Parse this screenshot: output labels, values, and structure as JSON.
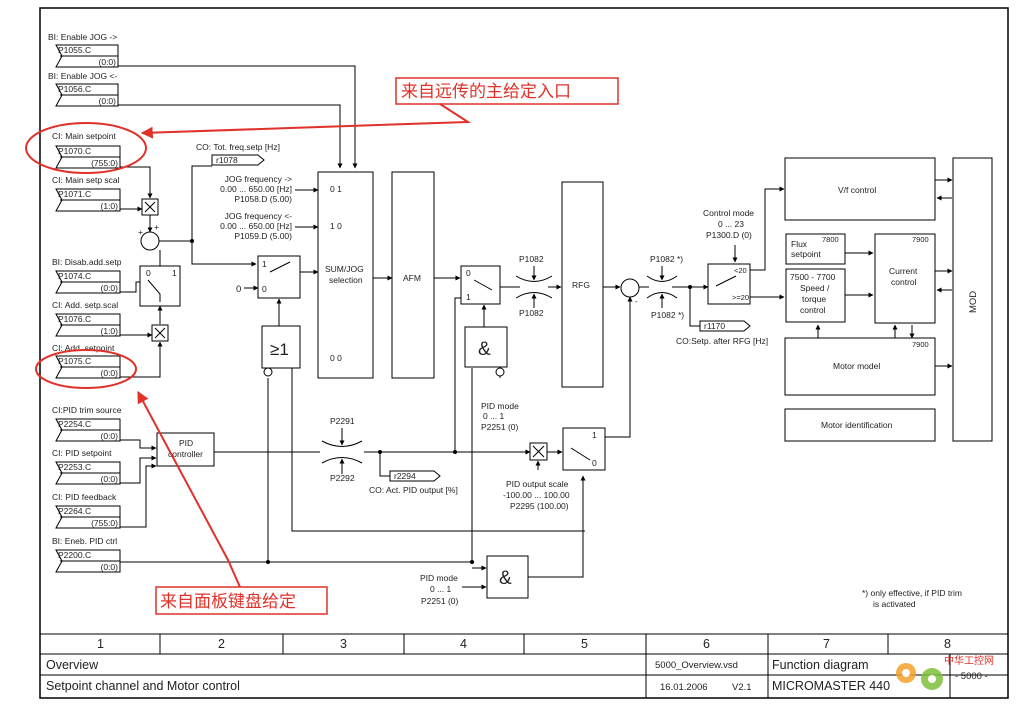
{
  "inputs": {
    "jog_right": {
      "label": "BI: Enable JOG ->",
      "param": "P1055.C",
      "value": "(0:0)"
    },
    "jog_left": {
      "label": "BI: Enable JOG <-",
      "param": "P1056.C",
      "value": "(0:0)"
    },
    "main_setpoint": {
      "label": "CI: Main setpoint",
      "param": "P1070.C",
      "value": "(755:0)"
    },
    "main_setp_scal": {
      "label": "CI: Main setp scal",
      "param": "P1071.C",
      "value": "(1:0)"
    },
    "disab_add": {
      "label": "BI: Disab.add.setp",
      "param": "P1074.C",
      "value": "(0:0)"
    },
    "add_setp_scal": {
      "label": "CI: Add. setp.scal",
      "param": "P1076.C",
      "value": "(1:0)"
    },
    "add_setpoint": {
      "label": "CI: Add. setpoint",
      "param": "P1075.C",
      "value": "(0:0)"
    },
    "pid_trim": {
      "label": "CI:PID trim source",
      "param": "P2254.C",
      "value": "(0:0)"
    },
    "pid_setpoint": {
      "label": "CI: PID setpoint",
      "param": "P2253.C",
      "value": "(0:0)"
    },
    "pid_feedback": {
      "label": "CI: PID feedback",
      "param": "P2264.C",
      "value": "(755:0)"
    },
    "pid_enable": {
      "label": "BI: Eneb. PID ctrl",
      "param": "P2200.C",
      "value": "(0:0)"
    }
  },
  "annotations": {
    "remote": "来自远传的主给定入口",
    "panel": "来自面板键盘给定"
  },
  "top": {
    "tot_freq_label": "CO: Tot. freq.setp [Hz]",
    "tot_freq_param": "r1078",
    "jog_freq_r": [
      "JOG frequency ->",
      "0.00 ... 650.00 [Hz]",
      "P1058.D (5.00)"
    ],
    "jog_freq_l": [
      "JOG frequency <-",
      "0.00 ... 650.00 [Hz]",
      "P1059.D (5.00)"
    ]
  },
  "blocks": {
    "sum_jog": [
      "SUM/JOG",
      "selection"
    ],
    "afm": "AFM",
    "rfg": "RFG",
    "ge1": "≥1",
    "and": "&",
    "pid": [
      "PID",
      "controller"
    ],
    "vf": "V/f control",
    "flux": [
      "Flux",
      "setpoint"
    ],
    "speed": [
      "7500 - 7700",
      "Speed /",
      "torque",
      "control"
    ],
    "current": [
      "Current",
      "control"
    ],
    "motor_model": "Motor model",
    "motor_ident": "Motor identification",
    "mod": "MOD",
    "num_7800": "7800",
    "num_7900a": "7900",
    "num_7900b": "7900"
  },
  "labels": {
    "sel_01": "0  1",
    "sel_10": "1  0",
    "sel_00": "0  0",
    "zero": "0",
    "p1082_a": "P1082",
    "p1082_b": "P1082",
    "p1082_c": "P1082 *)",
    "p1082_d": "P1082 *)",
    "ctrl_mode": [
      "Control mode",
      "0 ... 23",
      "P1300.D (0)"
    ],
    "ctrl_20": "<20",
    "ctrl_ge20": ">=20",
    "r1170": "r1170",
    "co_setp_rfg": "CO:Setp. after RFG [Hz]",
    "pid_mode_1": [
      "PID mode",
      "0 ... 1",
      "P2251 (0)"
    ],
    "pid_mode_2": [
      "PID mode",
      "0 ... 1",
      "P2251 (0)"
    ],
    "p2291": "P2291",
    "p2292": "P2292",
    "r2294": "r2294",
    "co_pid_out": "CO: Act. PID output [%]",
    "pid_out_scale": [
      "PID output scale",
      "-100.00 ... 100.00",
      "P2295 (100.00)"
    ],
    "footnote": [
      "*) only effective, if PID trim",
      "is activated"
    ],
    "sw_0": "0",
    "sw_1": "1"
  },
  "footer": {
    "columns": [
      "1",
      "2",
      "3",
      "4",
      "5",
      "6",
      "7",
      "8"
    ],
    "overview": "Overview",
    "subtitle": "Setpoint channel and Motor control",
    "file": "5000_Overview.vsd",
    "date": "16.01.2006",
    "version": "V2.1",
    "diagram": "Function diagram",
    "product": "MICROMASTER 440",
    "page": "- 5000 -",
    "watermark": "中华工控网"
  }
}
